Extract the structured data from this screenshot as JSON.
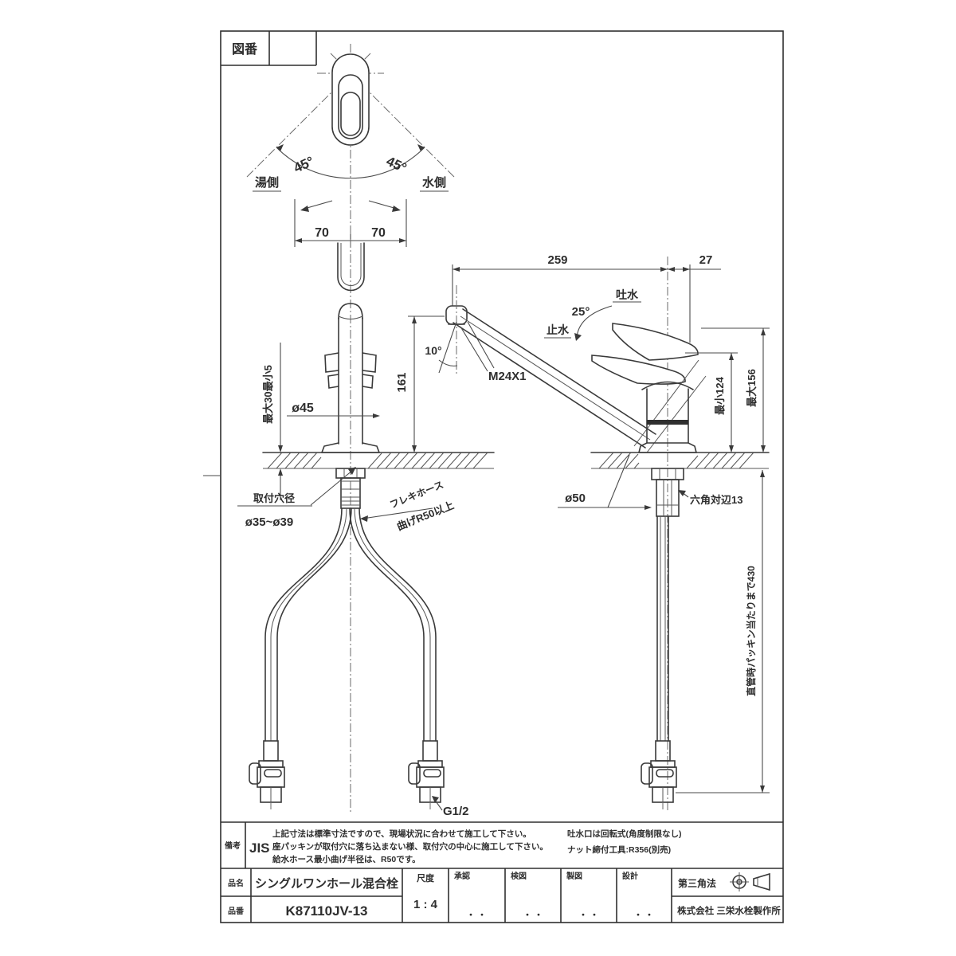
{
  "frame": {
    "drawing_no_label": "図番"
  },
  "top_view": {
    "angle_left": "45°",
    "angle_right": "45°",
    "hot_side_label": "湯側",
    "cold_side_label": "水側",
    "dim_left": "70",
    "dim_right": "70"
  },
  "front_view": {
    "dim_counter_thickness": "最大30最小5",
    "dim_body_dia": "ø45",
    "mount_hole_label": "取付穴径",
    "mount_hole_range": "ø35~ø39",
    "flex_hose_label": "フレキホース",
    "flex_hose_bend": "曲げR50以上",
    "thread_size": "G1/2"
  },
  "side_view": {
    "dim_spout_reach": "259",
    "dim_rear": "27",
    "spout_label": "吐水",
    "handle_angle": "25°",
    "stop_label": "止水",
    "spout_tilt_angle": "10°",
    "spout_thread": "M24X1",
    "dim_spout_height": "161",
    "dim_handle_min": "最小124",
    "dim_handle_max": "最大156",
    "dim_base_dia": "ø50",
    "hex_label": "六角対辺13",
    "dim_hose_length": "直管時パッキン当たりまで430"
  },
  "notes": {
    "remarks_label": "備考",
    "standard": "JIS",
    "left_lines": [
      "上記寸法は標準寸法ですので、現場状況に合わせて施工して下さい。",
      "座パッキンが取付穴に落ち込まない様、取付穴の中心に施工して下さい。",
      "給水ホース最小曲げ半径は、R50です。"
    ],
    "right_lines": [
      "吐水口は回転式(角度制限なし)",
      "ナット締付工具:R356(別売)"
    ]
  },
  "title_block": {
    "name_label": "品名",
    "product_name": "シングルワンホール混合栓",
    "number_label": "品番",
    "product_number": "K87110JV-13",
    "scale_label": "尺度",
    "scale_value": "1 : 4",
    "col_approval": "承認",
    "col_check": "検図",
    "col_draft": "製図",
    "col_design": "設計",
    "projection_label": "第三角法",
    "company": "株式会社 三栄水栓製作所",
    "stamp_dots": "・ ・"
  }
}
